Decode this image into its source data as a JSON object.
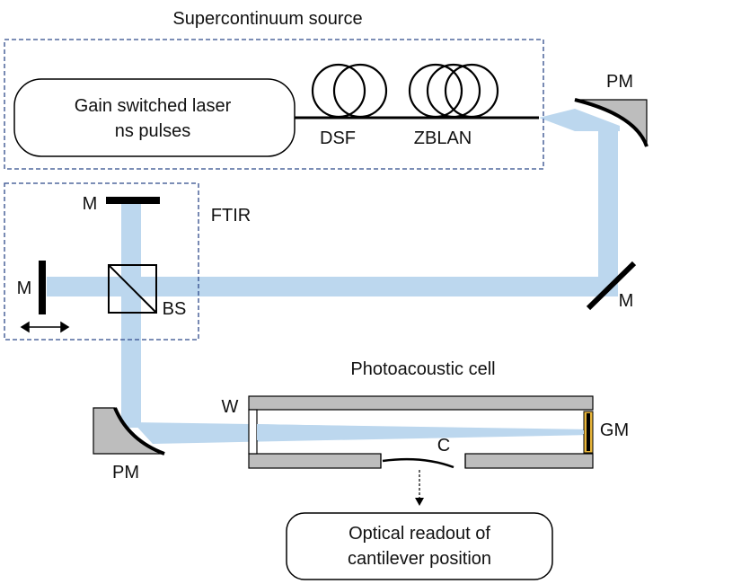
{
  "labels": {
    "supercontinuum_source": "Supercontinuum source",
    "laser_line1": "Gain switched laser",
    "laser_line2": "ns pulses",
    "dsf": "DSF",
    "zblan": "ZBLAN",
    "pm_top": "PM",
    "m_top": "M",
    "m_left": "M",
    "m_right": "M",
    "ftir": "FTIR",
    "bs": "BS",
    "photoacoustic_cell": "Photoacoustic cell",
    "w": "W",
    "gm": "GM",
    "pm_bottom": "PM",
    "c": "C",
    "readout_line1": "Optical readout of",
    "readout_line2": "cantilever position"
  },
  "colors": {
    "beam": "#bcd7ee",
    "dashed_box": "#2f4a8a",
    "mirror_mount": "#bdbdbd",
    "gold_mirror": "#e8b53a",
    "outline": "#000000"
  },
  "icons": {
    "coil": "fiber-coil-icon",
    "arrow": "double-arrow-icon"
  }
}
